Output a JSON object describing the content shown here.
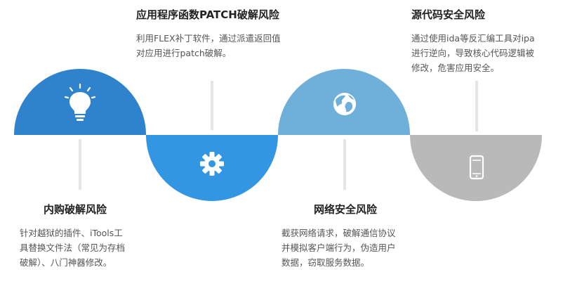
{
  "colors": {
    "stage1": "#2f82cc",
    "stage2": "#3396e3",
    "stage3": "#6fb0db",
    "stage4": "#b9b9b9",
    "connector": "#e5e5e5",
    "icon": "#ffffff"
  },
  "stages": [
    {
      "id": "inner-purchase",
      "icon": "lightbulb-icon",
      "title": "内购破解风险",
      "desc_lines": [
        "针对越狱的插件、iTools工",
        "具替换文件法（常见为存档",
        "破解）、八门神器修改。"
      ]
    },
    {
      "id": "patch",
      "icon": "gear-icon",
      "title": "应用程序函数PATCH破解风险",
      "desc_lines": [
        "利用FLEX补丁软件，通过派遣返回值",
        "对应用进行patch破解。"
      ]
    },
    {
      "id": "network",
      "icon": "globe-icon",
      "title": "网络安全风险",
      "desc_lines": [
        "截获网络请求，破解通信协议",
        "并模拟客户端行为，伪造用户",
        "数据，窃取服务数据。"
      ]
    },
    {
      "id": "source-code",
      "icon": "smartphone-icon",
      "title": "源代码安全风险",
      "desc_lines": [
        "通过使用ida等反汇编工具对ipa",
        "进行逆向，导致核心代码逻辑被",
        "修改，危害应用安全。"
      ]
    }
  ]
}
